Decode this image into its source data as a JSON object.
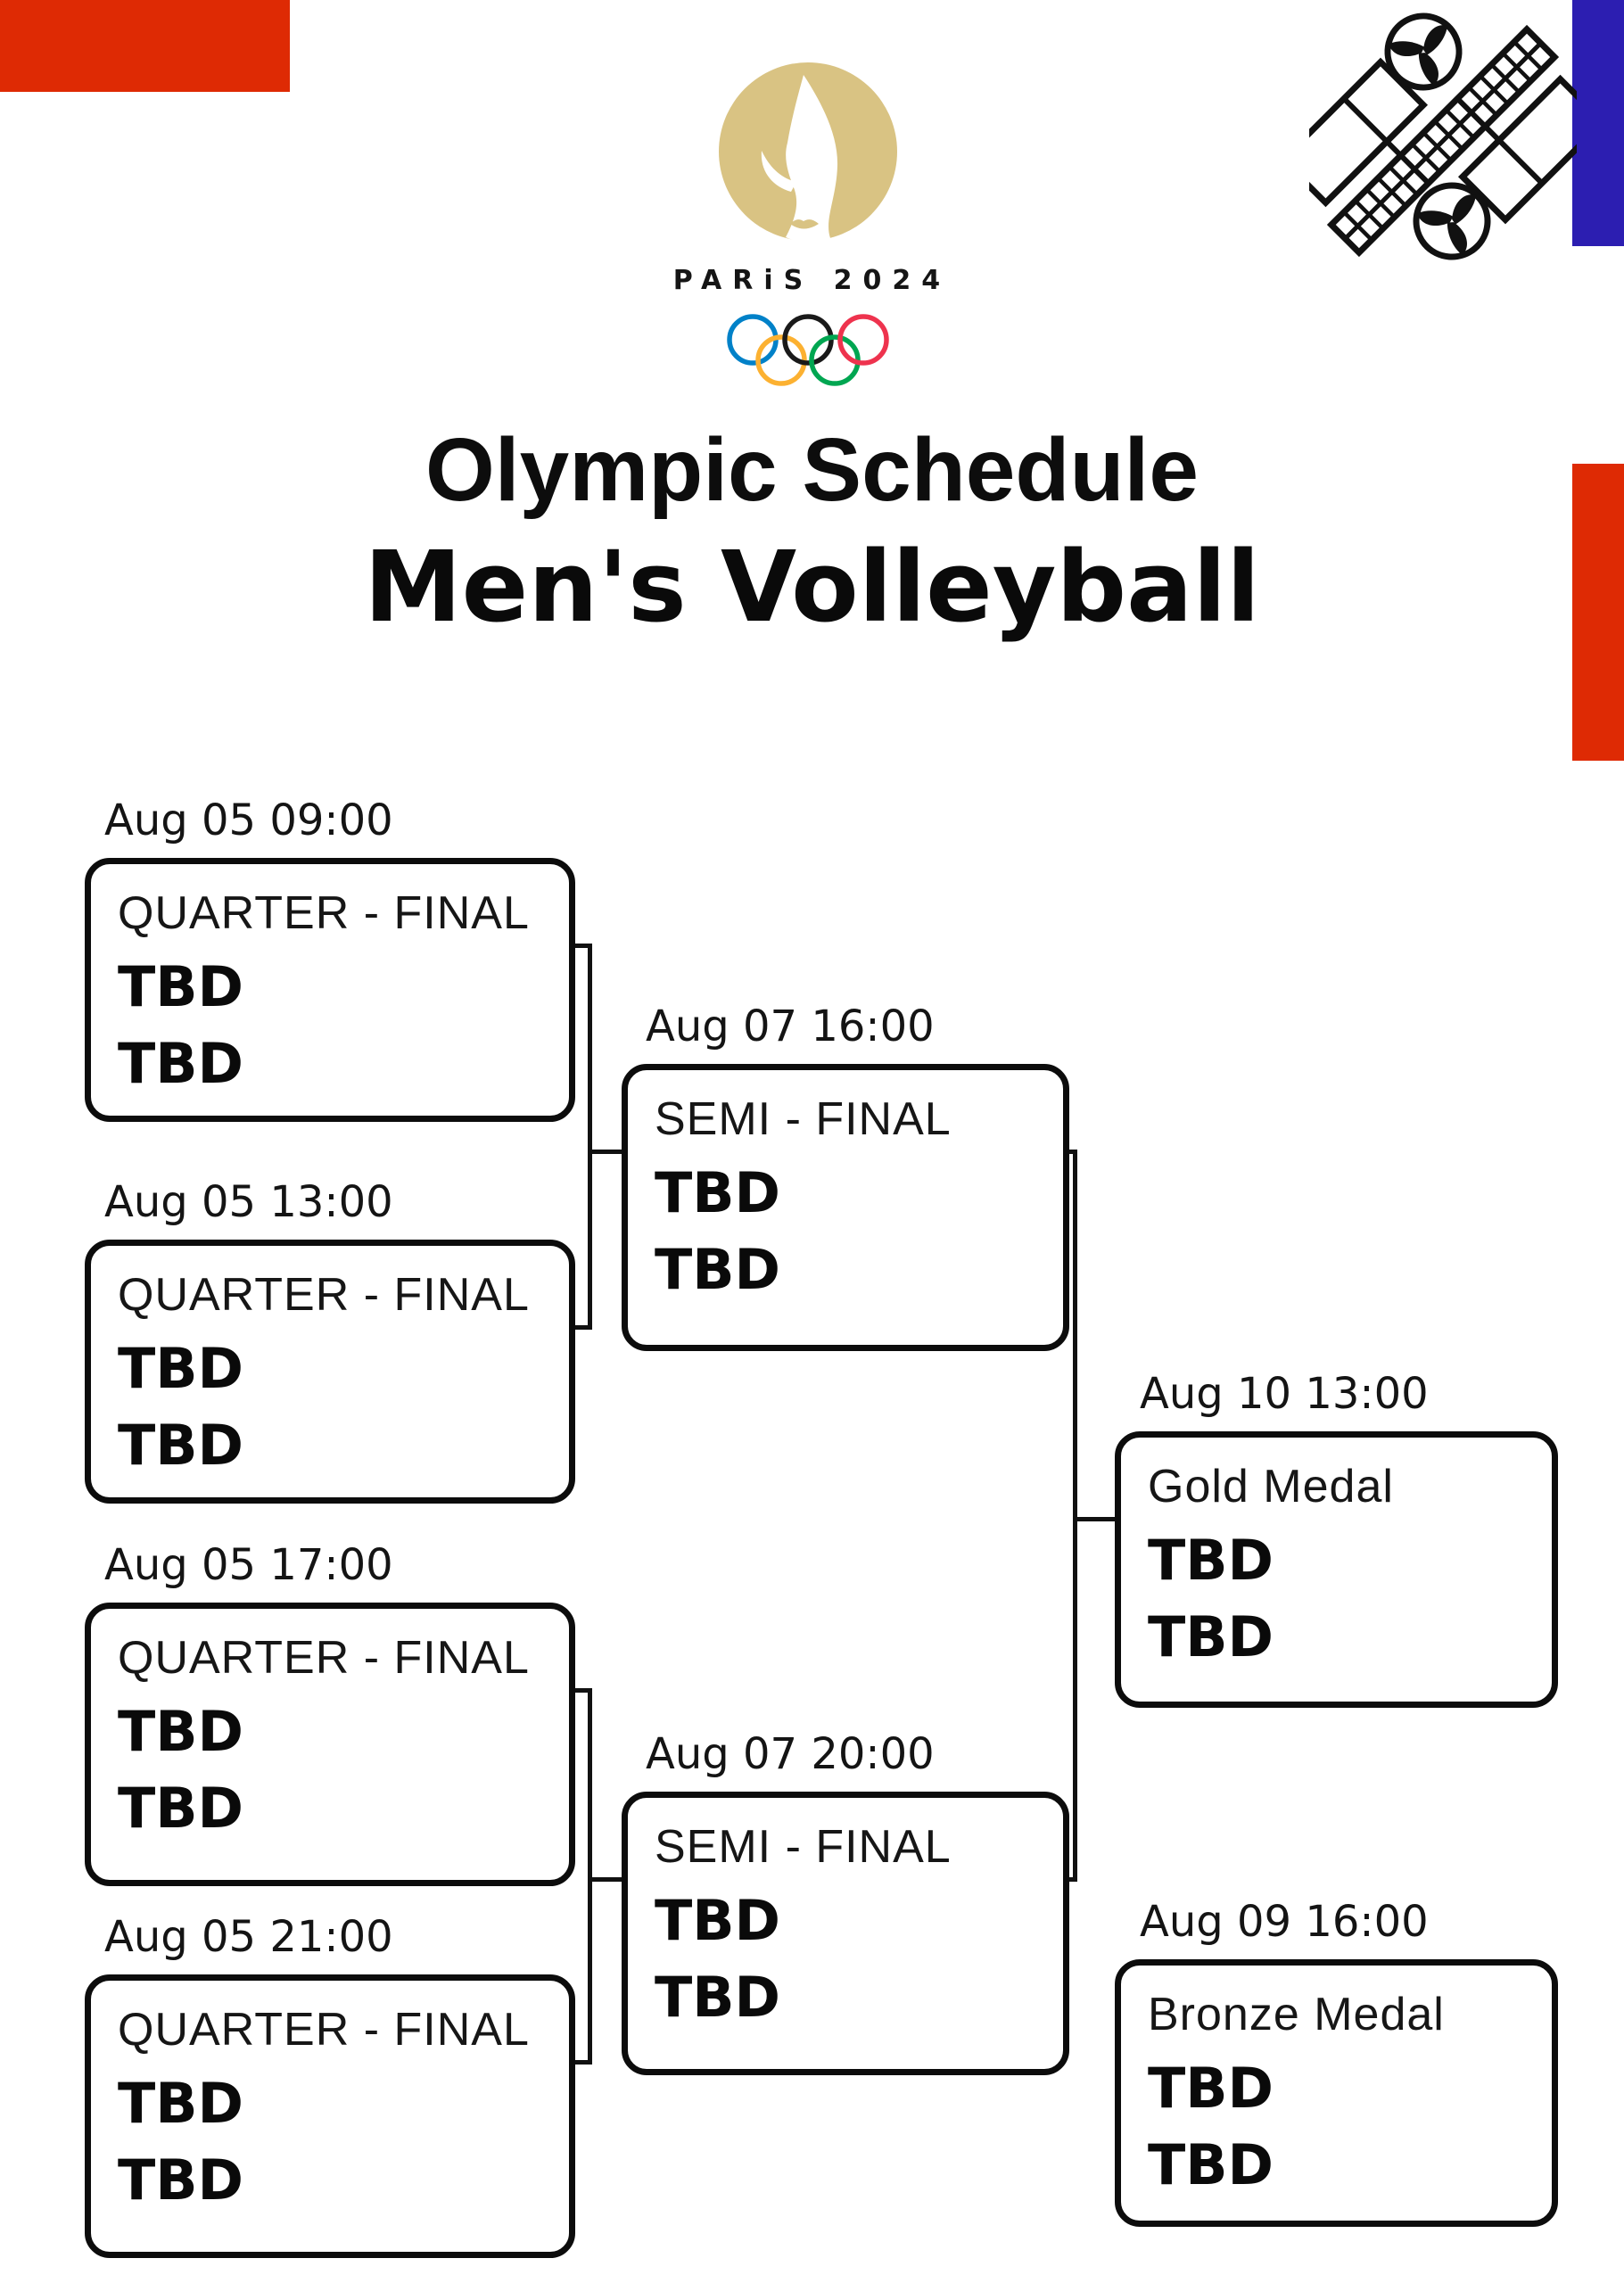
{
  "page": {
    "title1": "Olympic Schedule",
    "title2": "Men's Volleyball"
  },
  "logo": {
    "wordmark": "PARiS 2024"
  },
  "colors": {
    "accent_red": "#DE2A04",
    "accent_blue": "#2C1EB1",
    "logo_gold": "#D9C383",
    "ring_blue": "#0081C8",
    "ring_black": "#1A1A1A",
    "ring_red": "#EE334E",
    "ring_yellow": "#FCB131",
    "ring_green": "#00A651",
    "line_black": "#111111"
  },
  "bracket": {
    "matches": [
      {
        "id": "qf1",
        "time": "Aug 05 09:00",
        "round": "QUARTER - FINAL",
        "team1": "TBD",
        "team2": "TBD"
      },
      {
        "id": "qf2",
        "time": "Aug 05 13:00",
        "round": "QUARTER - FINAL",
        "team1": "TBD",
        "team2": "TBD"
      },
      {
        "id": "qf3",
        "time": "Aug 05 17:00",
        "round": "QUARTER - FINAL",
        "team1": "TBD",
        "team2": "TBD"
      },
      {
        "id": "qf4",
        "time": "Aug 05 21:00",
        "round": "QUARTER - FINAL",
        "team1": "TBD",
        "team2": "TBD"
      },
      {
        "id": "sf1",
        "time": "Aug 07 16:00",
        "round": "SEMI - FINAL",
        "team1": "TBD",
        "team2": "TBD"
      },
      {
        "id": "sf2",
        "time": "Aug 07 20:00",
        "round": "SEMI - FINAL",
        "team1": "TBD",
        "team2": "TBD"
      },
      {
        "id": "gold",
        "time": "Aug 10 13:00",
        "round": "Gold Medal",
        "team1": "TBD",
        "team2": "TBD"
      },
      {
        "id": "bronze",
        "time": "Aug 09 16:00",
        "round": "Bronze Medal",
        "team1": "TBD",
        "team2": "TBD"
      }
    ]
  }
}
